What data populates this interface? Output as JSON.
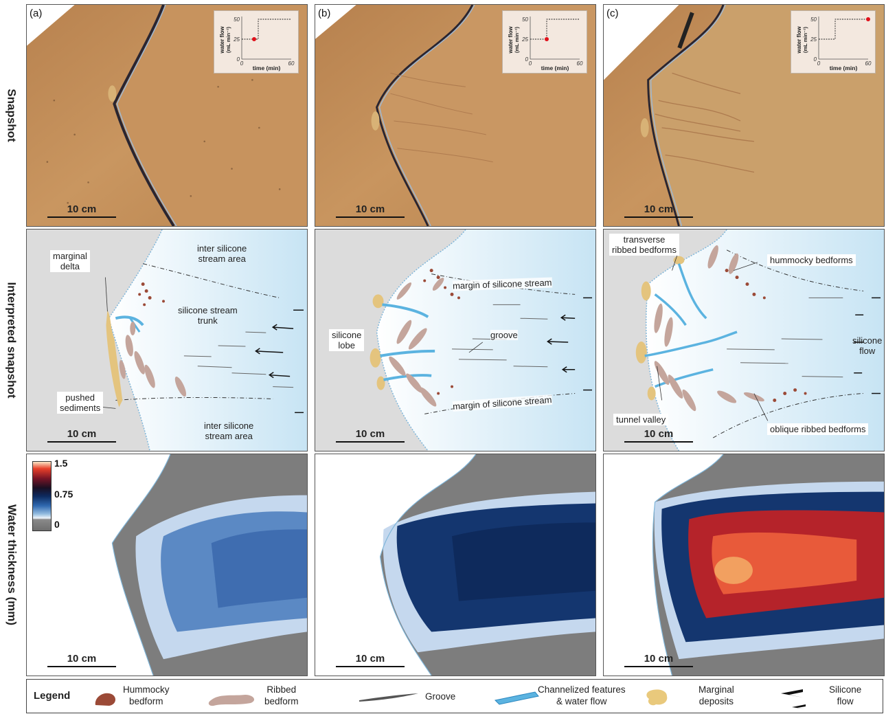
{
  "rows": {
    "snapshot": "Snapshot",
    "interpreted": "Interpreted snapshot",
    "thickness": "Water thickness (mm)"
  },
  "panels": {
    "a": {
      "label": "(a)"
    },
    "b": {
      "label": "(b)"
    },
    "c": {
      "label": "(c)"
    }
  },
  "scale_label": "10 cm",
  "inset": {
    "ylabel_line1": "water flow",
    "ylabel_line2": "(mL min⁻¹)",
    "xlabel": "time (min)",
    "y_ticks": [
      "50",
      "25",
      "0"
    ],
    "x_ticks": [
      "0",
      "60"
    ],
    "marker_color": "#e0101a"
  },
  "chart_data": {
    "type": "line",
    "title": "",
    "xlabel": "time (min)",
    "ylabel": "water flow (mL min⁻¹)",
    "x": [
      0,
      20,
      20,
      60
    ],
    "series": [
      {
        "values": [
          25,
          25,
          50,
          50
        ]
      }
    ],
    "xlim": [
      0,
      60
    ],
    "ylim": [
      0,
      50
    ],
    "markers": {
      "a": [
        15,
        25
      ],
      "b": [
        20,
        25
      ],
      "c": [
        60,
        50
      ]
    }
  },
  "annotations": {
    "a": {
      "marginal_delta_1": "marginal",
      "marginal_delta_2": "delta",
      "inter_top_1": "inter silicone",
      "inter_top_2": "stream area",
      "trunk_1": "silicone stream",
      "trunk_2": "trunk",
      "pushed_1": "pushed",
      "pushed_2": "sediments",
      "inter_bottom_1": "inter silicone",
      "inter_bottom_2": "stream area"
    },
    "b": {
      "margin_top": "margin of silicone stream",
      "lobe_1": "silicone",
      "lobe_2": "lobe",
      "groove": "groove",
      "margin_bottom": "margin of silicone stream"
    },
    "c": {
      "transverse_1": "transverse",
      "transverse_2": "ribbed bedforms",
      "hummocky": "hummocky bedforms",
      "silicone_flow_1": "silicone",
      "silicone_flow_2": "flow",
      "tunnel_valley": "tunnel valley",
      "oblique": "oblique ribbed bedforms"
    }
  },
  "colorbar": {
    "ticks": [
      "1.5",
      "0.75",
      "0"
    ]
  },
  "legend": {
    "title": "Legend",
    "hummocky_1": "Hummocky",
    "hummocky_2": "bedform",
    "ribbed_1": "Ribbed",
    "ribbed_2": "bedform",
    "groove": "Groove",
    "channel_1": "Channelized features",
    "channel_2": "& water flow",
    "marginal_1": "Marginal",
    "marginal_2": "deposits",
    "silicone_1": "Silicone",
    "silicone_2": "flow"
  },
  "colors": {
    "sand": "#c38f5a",
    "silicone_blue": "#cfe8f5",
    "hummocky": "#9b4a37",
    "ribbed": "#c4a59c",
    "channel": "#5bb3e0",
    "marginal": "#e9c97c",
    "thin_water": "#3d6fb0",
    "deep_blue": "#14366f",
    "red": "#d2402b"
  }
}
